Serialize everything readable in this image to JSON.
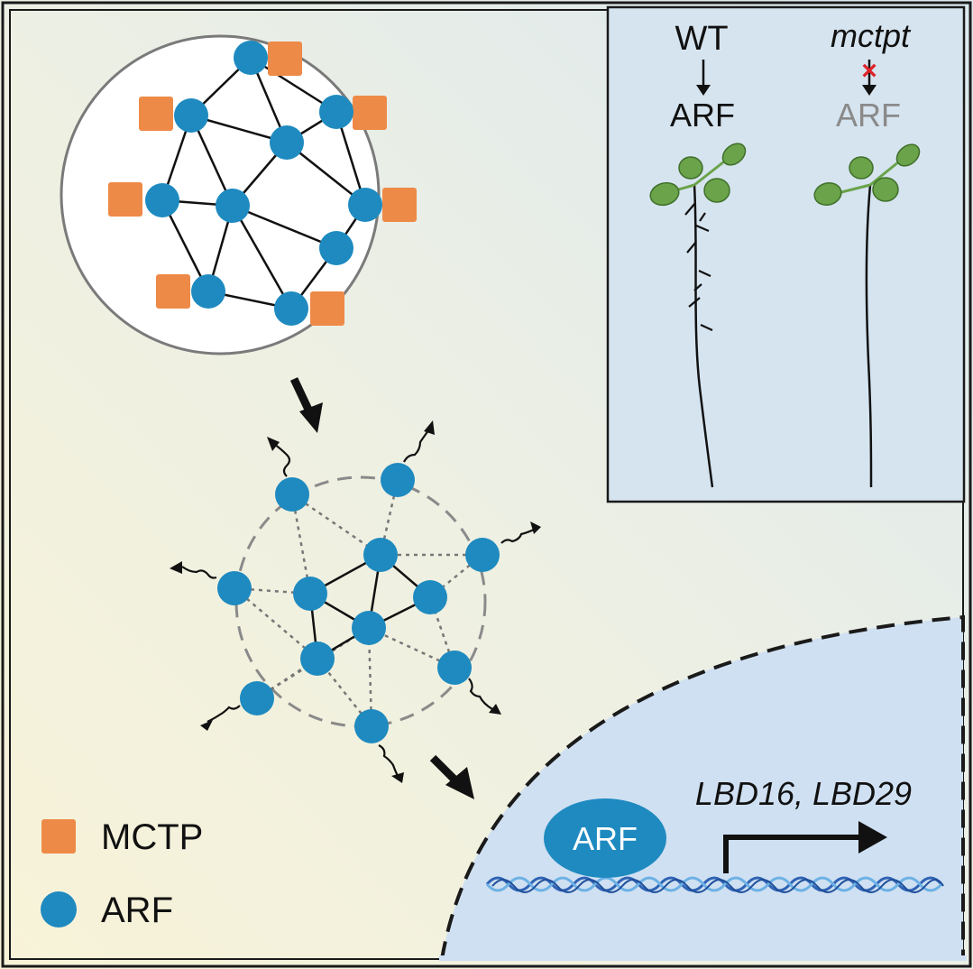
{
  "figure": {
    "inset": {
      "wt": {
        "genotype": "WT",
        "target": "ARF"
      },
      "mutant": {
        "genotype": "mctpt",
        "target": "ARF",
        "block_mark": "×"
      }
    },
    "nucleus": {
      "protein_label": "ARF",
      "genes_label": "LBD16, LBD29"
    },
    "legend": [
      {
        "label": "MCTP",
        "shape": "square",
        "color": "#ee8a47"
      },
      {
        "label": "ARF",
        "shape": "circle",
        "color": "#1e8ac0"
      }
    ],
    "colors": {
      "arf": "#1e8ac0",
      "mctp": "#ee8a47",
      "nucleus_fill": "#cfe0f2",
      "leaf": "#6aa34a",
      "block_mark": "#e0232a",
      "grey_text": "#8a8a8a"
    }
  }
}
